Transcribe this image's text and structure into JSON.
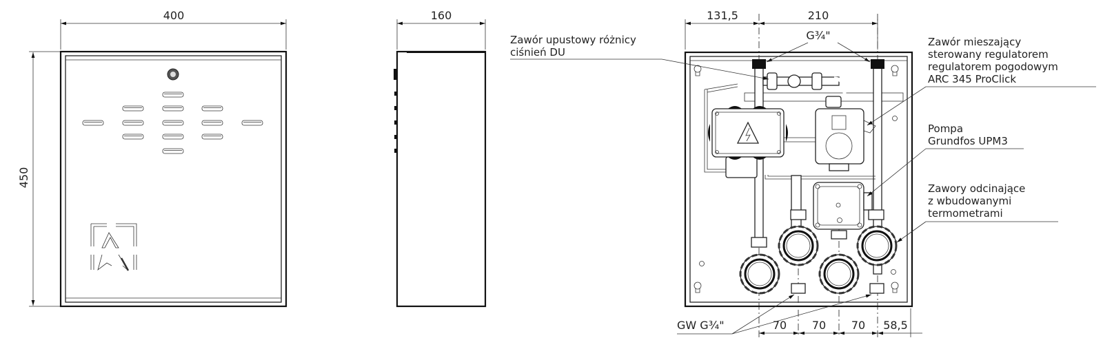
{
  "front_view": {
    "width_dim": "400",
    "height_dim": "450"
  },
  "side_view": {
    "depth_dim": "160"
  },
  "open_view": {
    "left_offset_dim": "131,5",
    "connection_spacing_dim": "210",
    "top_connection_label": "G¾\"",
    "bottom_connection_label": "GW G¾\"",
    "bottom_dims": [
      "70",
      "70",
      "70",
      "58,5"
    ],
    "callouts": {
      "bypass_valve": [
        "Zawór upustowy różnicy",
        "ciśnień DU"
      ],
      "mixing_valve": [
        "Zawór mieszający",
        "sterowany regulatorem",
        "regulatorem pogodowym",
        "ARC 345 ProClick"
      ],
      "pump": [
        "Pompa",
        "Grundfos UPM3"
      ],
      "shutoff_valves": [
        "Zawory odcinające",
        "z wbudowanymi",
        "termometrami"
      ]
    }
  }
}
